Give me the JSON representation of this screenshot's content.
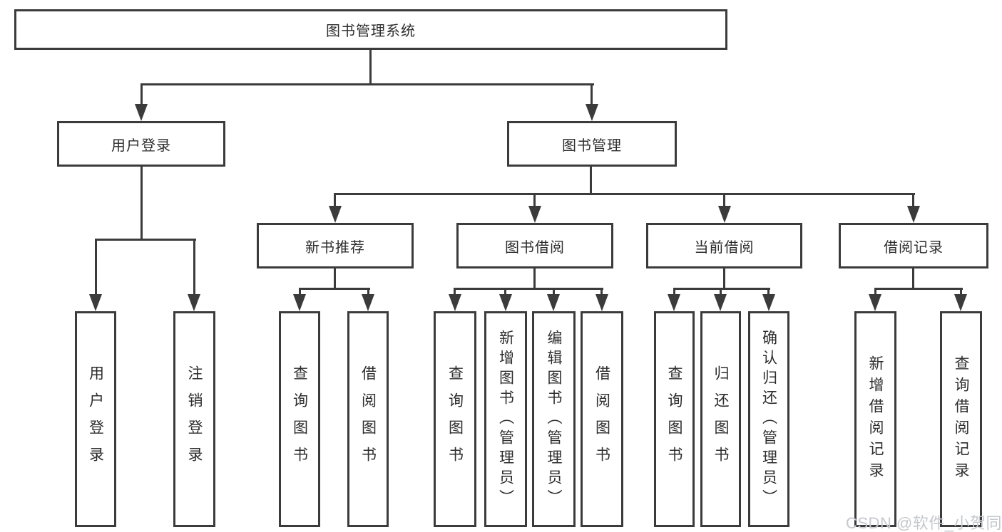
{
  "diagram": {
    "tree": {
      "label": "图书管理系统",
      "children": [
        {
          "label": "用户登录",
          "children": [
            {
              "label": "用户登录"
            },
            {
              "label": "注销登录"
            }
          ]
        },
        {
          "label": "图书管理",
          "children": [
            {
              "label": "新书推荐",
              "children": [
                {
                  "label": "查询图书"
                },
                {
                  "label": "借阅图书"
                }
              ]
            },
            {
              "label": "图书借阅",
              "children": [
                {
                  "label": "查询图书"
                },
                {
                  "label": "新增图书（管理员）"
                },
                {
                  "label": "编辑图书（管理员）"
                },
                {
                  "label": "借阅图书"
                }
              ]
            },
            {
              "label": "当前借阅",
              "children": [
                {
                  "label": "查询图书"
                },
                {
                  "label": "归还图书"
                },
                {
                  "label": "确认归还（管理员）"
                }
              ]
            },
            {
              "label": "借阅记录",
              "children": [
                {
                  "label": "新增借阅记录"
                },
                {
                  "label": "查询借阅记录"
                }
              ]
            }
          ]
        }
      ]
    }
  },
  "watermark": {
    "text": "CSDN @软件_小贺同学"
  },
  "colors": {
    "line": "#3b3b3b",
    "text": "#2d2d2d",
    "bg": "#ffffff",
    "wm": "#c5c8cd"
  }
}
